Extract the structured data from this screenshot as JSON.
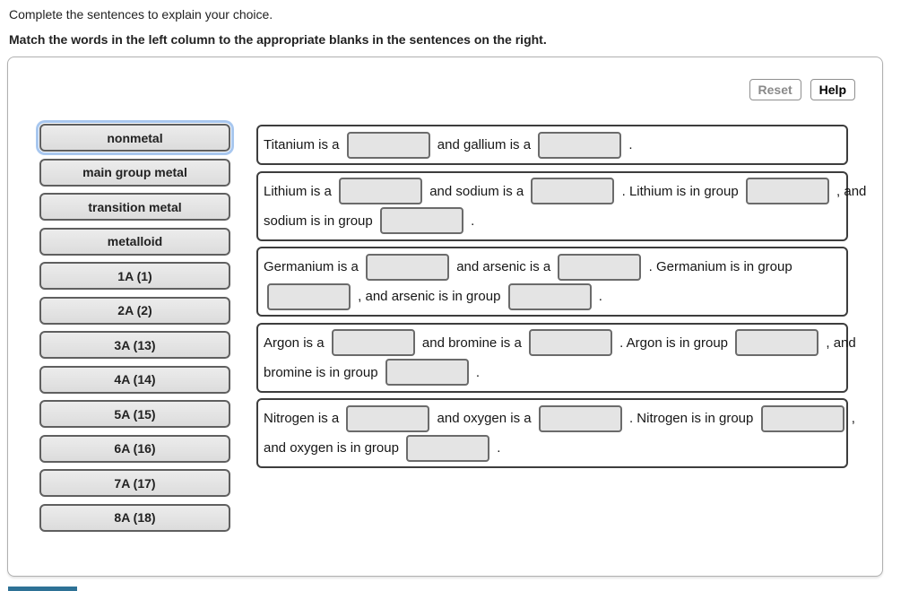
{
  "page": {
    "instruction_line1": "Complete the sentences to explain your choice.",
    "instruction_line2": "Match the words in the left column to the appropriate blanks in the sentences on the right."
  },
  "toolbar": {
    "reset_label": "Reset",
    "help_label": "Help"
  },
  "word_bank": {
    "items": [
      {
        "label": "nonmetal",
        "selected": true
      },
      {
        "label": "main group metal",
        "selected": false
      },
      {
        "label": "transition metal",
        "selected": false
      },
      {
        "label": "metalloid",
        "selected": false
      },
      {
        "label": "1A (1)",
        "selected": false
      },
      {
        "label": "2A (2)",
        "selected": false
      },
      {
        "label": "3A (13)",
        "selected": false
      },
      {
        "label": "4A (14)",
        "selected": false
      },
      {
        "label": "5A (15)",
        "selected": false
      },
      {
        "label": "6A (16)",
        "selected": false
      },
      {
        "label": "7A (17)",
        "selected": false
      },
      {
        "label": "8A (18)",
        "selected": false
      }
    ]
  },
  "sentences": [
    {
      "lines": [
        [
          {
            "text": "Titanium is a "
          },
          {
            "blank": true
          },
          {
            "text": " and gallium is a "
          },
          {
            "blank": true
          },
          {
            "text": " ."
          }
        ]
      ]
    },
    {
      "lines": [
        [
          {
            "text": "Lithium is a "
          },
          {
            "blank": true
          },
          {
            "text": " and sodium is a "
          },
          {
            "blank": true
          },
          {
            "text": " . Lithium is in group "
          },
          {
            "blank": true
          },
          {
            "text": " , and"
          }
        ],
        [
          {
            "text": "sodium is in group "
          },
          {
            "blank": true
          },
          {
            "text": " ."
          }
        ]
      ]
    },
    {
      "lines": [
        [
          {
            "text": "Germanium is a "
          },
          {
            "blank": true
          },
          {
            "text": " and arsenic is a "
          },
          {
            "blank": true
          },
          {
            "text": " . Germanium is in group"
          }
        ],
        [
          {
            "blank": true
          },
          {
            "text": " , and arsenic is in group "
          },
          {
            "blank": true
          },
          {
            "text": " ."
          }
        ]
      ]
    },
    {
      "lines": [
        [
          {
            "text": "Argon is a "
          },
          {
            "blank": true
          },
          {
            "text": " and bromine is a "
          },
          {
            "blank": true
          },
          {
            "text": " . Argon is in group "
          },
          {
            "blank": true
          },
          {
            "text": " , and"
          }
        ],
        [
          {
            "text": "bromine is in group "
          },
          {
            "blank": true
          },
          {
            "text": " ."
          }
        ]
      ]
    },
    {
      "lines": [
        [
          {
            "text": "Nitrogen is a "
          },
          {
            "blank": true
          },
          {
            "text": " and oxygen is a "
          },
          {
            "blank": true
          },
          {
            "text": " . Nitrogen is in group "
          },
          {
            "blank": true
          },
          {
            "text": " ,"
          }
        ],
        [
          {
            "text": "and oxygen is in group "
          },
          {
            "blank": true
          },
          {
            "text": " ."
          }
        ]
      ]
    }
  ],
  "colors": {
    "selected_tile_ring": "#a8c7ef",
    "tile_background": "#e3e3e3",
    "blank_background": "#e4e4e4",
    "accent_bar": "#2e7296"
  }
}
